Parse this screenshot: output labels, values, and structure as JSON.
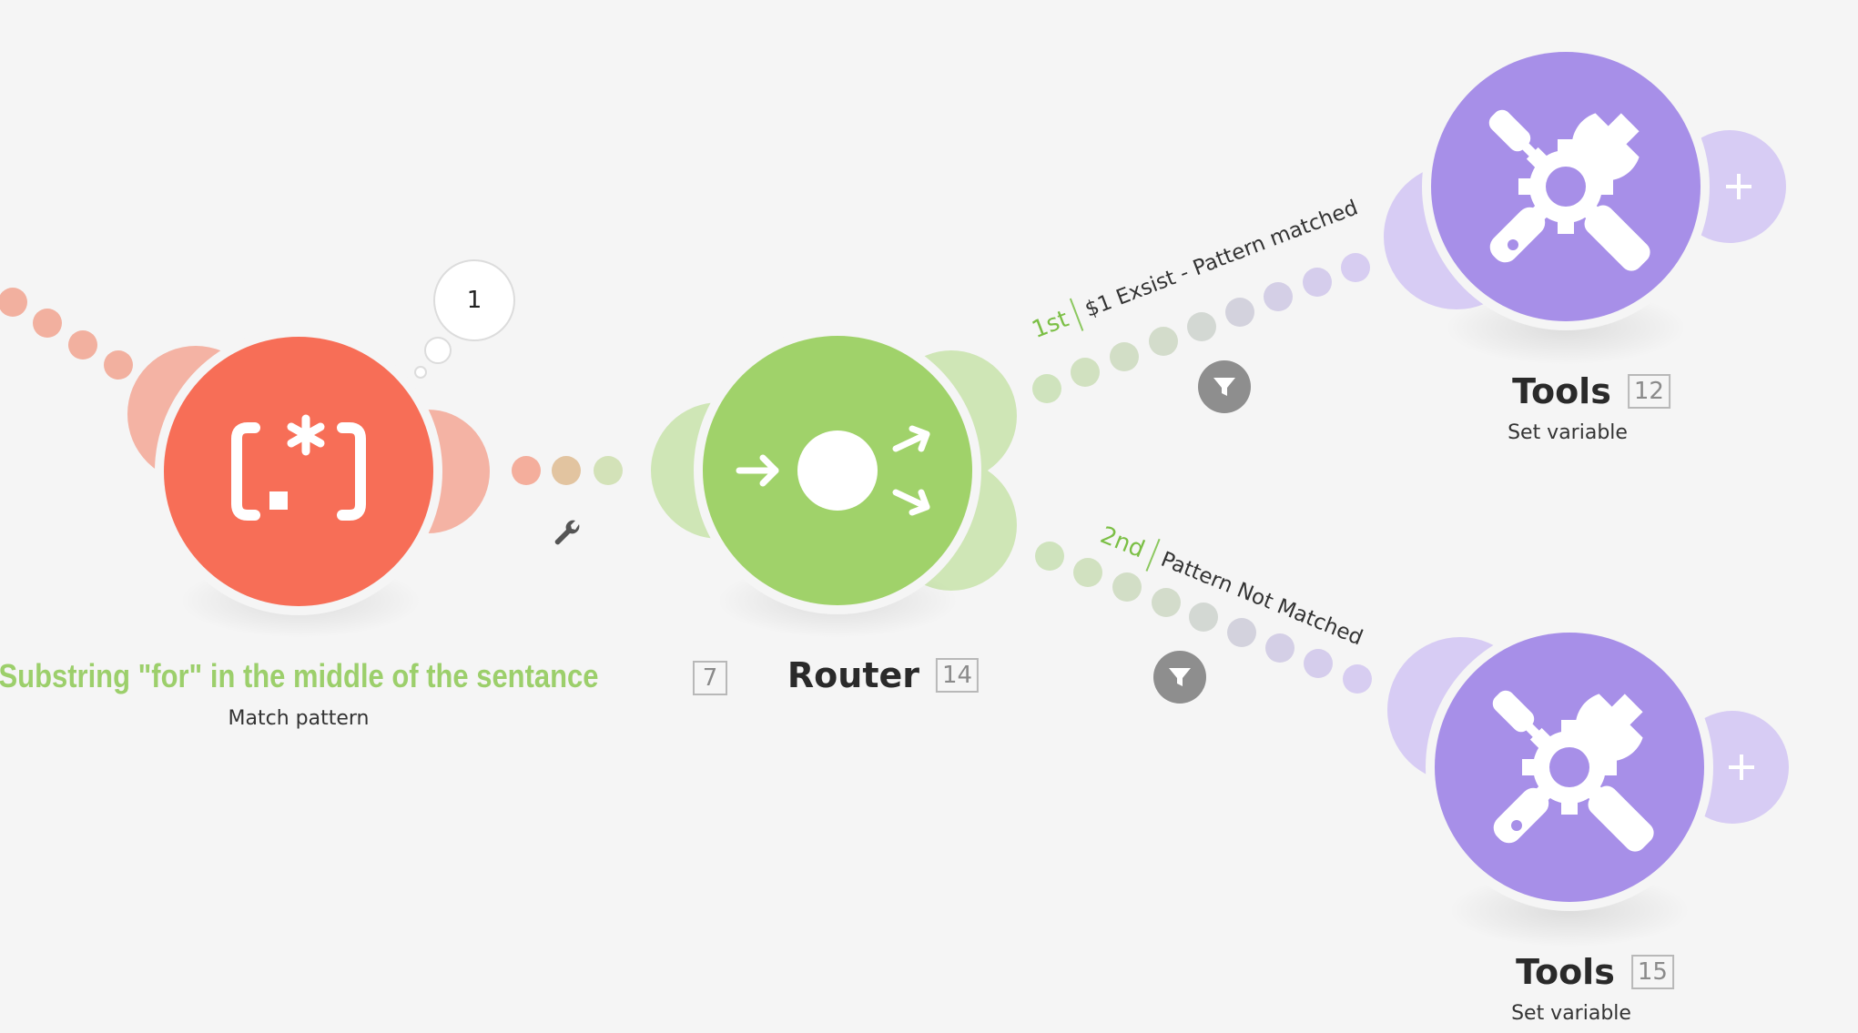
{
  "modules": {
    "regex": {
      "title": "Substring \"for\" in the middle of the sentance",
      "subtitle": "Match pattern",
      "color": "#f76e57",
      "icon": "regex-icon",
      "icon_text": "(.*)"
    },
    "router": {
      "title": "Router",
      "id": "14",
      "left_id": "7",
      "color": "#a0d26a",
      "icon": "router-icon"
    },
    "tools_top": {
      "title": "Tools",
      "id": "12",
      "subtitle": "Set variable",
      "color": "#a78fe8",
      "icon": "tools-icon"
    },
    "tools_bottom": {
      "title": "Tools",
      "id": "15",
      "subtitle": "Set variable",
      "color": "#a78fe8",
      "icon": "tools-icon"
    }
  },
  "operations_bubble": {
    "count": "1"
  },
  "routes": [
    {
      "order": "1st",
      "label": "$1 Exsist - Pattern matched",
      "filter_icon": "filter-icon"
    },
    {
      "order": "2nd",
      "label": "Pattern Not Matched",
      "filter_icon": "filter-icon"
    }
  ],
  "icons": {
    "wrench": "wrench-icon",
    "add": "plus-icon",
    "filter": "filter-icon"
  },
  "colors": {
    "background": "#f5f5f5",
    "regex": "#f76e57",
    "router": "#a0d26a",
    "tools": "#a78fe8",
    "filter": "#8e8e8e",
    "route_order": "#7bbf45",
    "title_green": "#9ccf6b"
  }
}
